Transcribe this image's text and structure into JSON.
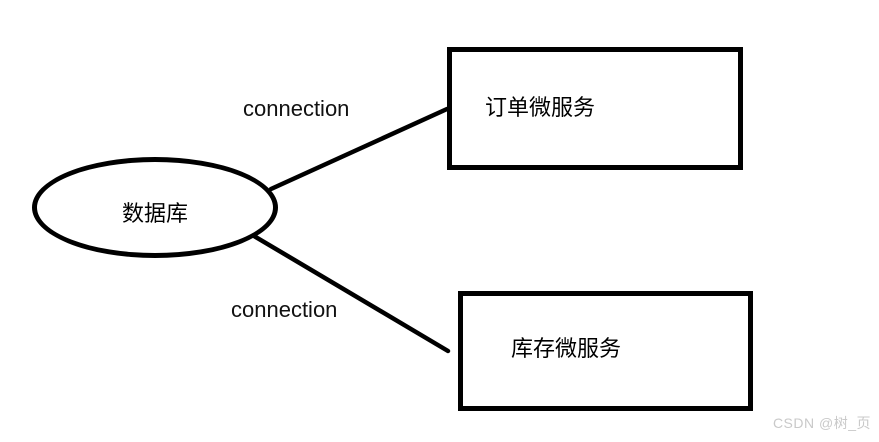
{
  "diagram": {
    "database_node": {
      "label": "数据库",
      "shape": "ellipse"
    },
    "order_service_node": {
      "label": "订单微服务",
      "shape": "rectangle"
    },
    "inventory_service_node": {
      "label": "库存微服务",
      "shape": "rectangle"
    },
    "edges": [
      {
        "label": "connection",
        "from": "数据库",
        "to": "订单微服务"
      },
      {
        "label": "connection",
        "from": "数据库",
        "to": "库存微服务"
      }
    ],
    "colors": {
      "stroke": "#000000",
      "background": "#ffffff",
      "watermark": "#c9c9c9"
    }
  },
  "watermark": {
    "text": "CSDN @树_页"
  }
}
